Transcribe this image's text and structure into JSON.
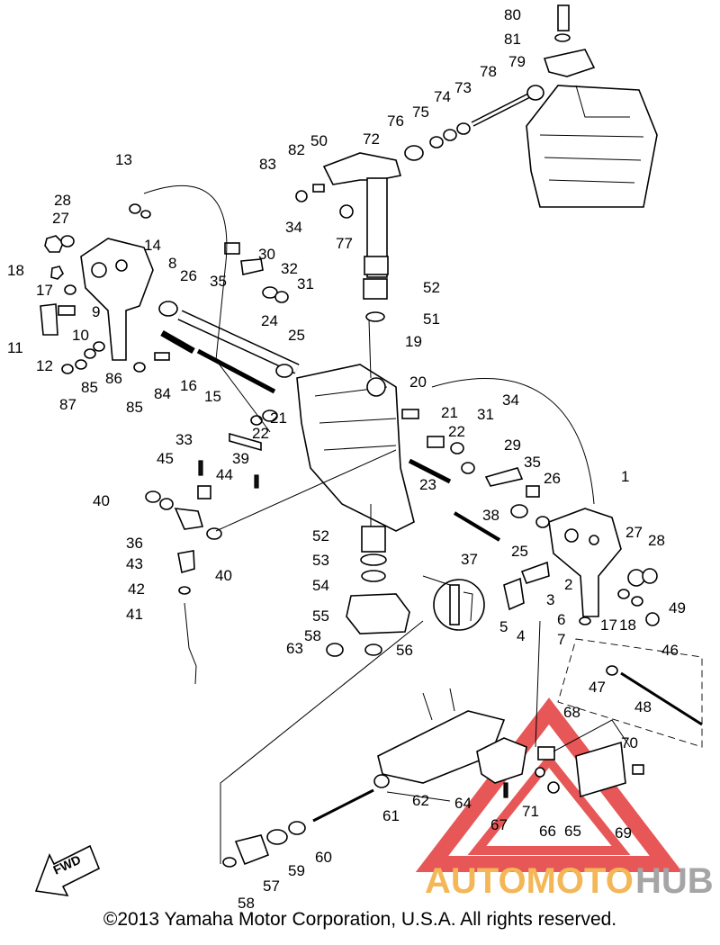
{
  "callouts": [
    "1",
    "2",
    "3",
    "4",
    "5",
    "6",
    "7",
    "8",
    "9",
    "10",
    "11",
    "12",
    "13",
    "14",
    "15",
    "16",
    "17",
    "17",
    "18",
    "18",
    "19",
    "20",
    "21",
    "21",
    "22",
    "22",
    "23",
    "24",
    "25",
    "25",
    "26",
    "26",
    "27",
    "27",
    "28",
    "28",
    "29",
    "30",
    "31",
    "31",
    "32",
    "33",
    "34",
    "34",
    "35",
    "35",
    "36",
    "37",
    "38",
    "39",
    "40",
    "40",
    "41",
    "42",
    "43",
    "44",
    "45",
    "46",
    "47",
    "48",
    "49",
    "50",
    "51",
    "52",
    "52",
    "53",
    "54",
    "55",
    "56",
    "57",
    "58",
    "58",
    "59",
    "60",
    "61",
    "62",
    "63",
    "64",
    "65",
    "66",
    "67",
    "68",
    "69",
    "70",
    "71",
    "72",
    "73",
    "74",
    "75",
    "76",
    "77",
    "78",
    "79",
    "80",
    "81",
    "82",
    "83",
    "84",
    "85",
    "85",
    "86",
    "87"
  ],
  "fwd_label": "FWD",
  "watermark": {
    "part1": "AUTOMOTO",
    "part2": "HUB",
    "color1": "#f0a020",
    "color2": "#888888",
    "triangle_color": "#e02020"
  },
  "copyright": "©2013 Yamaha Motor Corporation, U.S.A. All rights reserved."
}
